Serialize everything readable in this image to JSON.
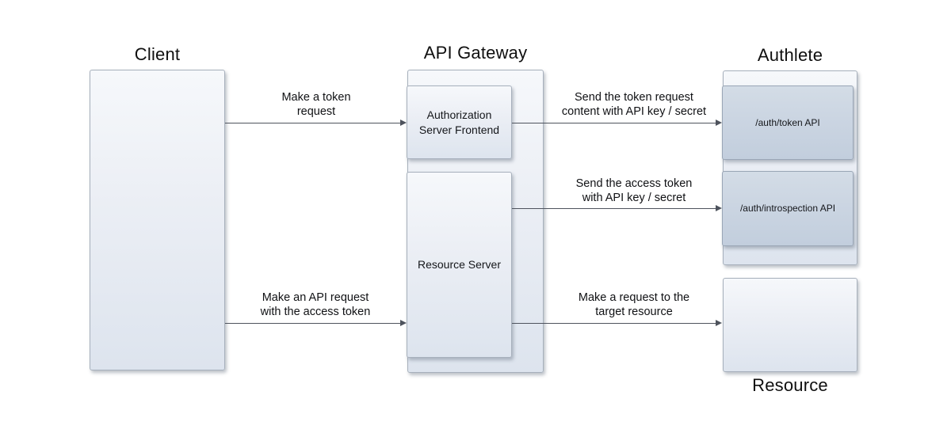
{
  "diagram": {
    "background": "#ffffff",
    "colors": {
      "light_box_top": "#f6f8fb",
      "light_box_bottom": "#dde4ee",
      "dark_box_top": "#d3dce6",
      "dark_box_bottom": "#c2cedd",
      "box_border": "#a7b0bc",
      "arrow": "#4e535d",
      "text": "#101114"
    },
    "nodes": {
      "client": {
        "title": "Client"
      },
      "api_gateway": {
        "title": "API Gateway",
        "authorization_server_frontend": {
          "lines": [
            "Authorization",
            "Server Frontend"
          ]
        },
        "resource_server": {
          "label": "Resource Server"
        }
      },
      "authlete": {
        "title": "Authlete",
        "token_api": {
          "label": "/auth/token API"
        },
        "introspection_api": {
          "label": "/auth/introspection API"
        }
      },
      "resource": {
        "title": "Resource"
      }
    },
    "arrows": [
      {
        "id": "token-request",
        "from": "client",
        "to": "authorization-server-frontend",
        "lines": [
          "Make a token",
          "request"
        ]
      },
      {
        "id": "send-token",
        "from": "authorization-server-frontend",
        "to": "auth-token-api",
        "lines": [
          "Send the token request",
          "content with API key / secret"
        ]
      },
      {
        "id": "send-access",
        "from": "resource-server",
        "to": "auth-introspection-api",
        "lines": [
          "Send the access token",
          "with API key / secret"
        ]
      },
      {
        "id": "api-request",
        "from": "client",
        "to": "resource-server",
        "lines": [
          "Make an API request",
          "with the access token"
        ]
      },
      {
        "id": "target-resource",
        "from": "resource-server",
        "to": "resource",
        "lines": [
          "Make a request to the",
          "target resource"
        ]
      }
    ]
  }
}
